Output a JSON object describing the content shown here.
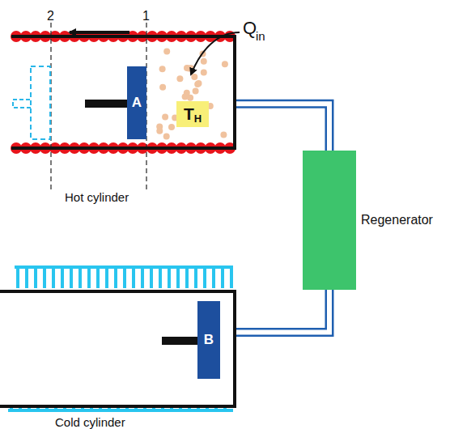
{
  "diagram": {
    "nodes": [
      {
        "text": [
          "Hot cylinder"
        ]
      },
      {
        "text": [
          "A"
        ],
        "in": 0
      },
      {
        "text": [
          "T",
          "H"
        ],
        "in": 0
      },
      {
        "text": [
          "Regenerator"
        ]
      },
      {
        "text": [
          "Cold cylinder"
        ]
      },
      {
        "text": [
          "B"
        ],
        "in": 4
      }
    ],
    "edges": [
      {
        "from": 0,
        "to": 3,
        "arrow": "none"
      },
      {
        "from": 3,
        "to": 4,
        "arrow": "none"
      }
    ],
    "labels": [
      "2",
      "1",
      "Q",
      "in"
    ]
  }
}
